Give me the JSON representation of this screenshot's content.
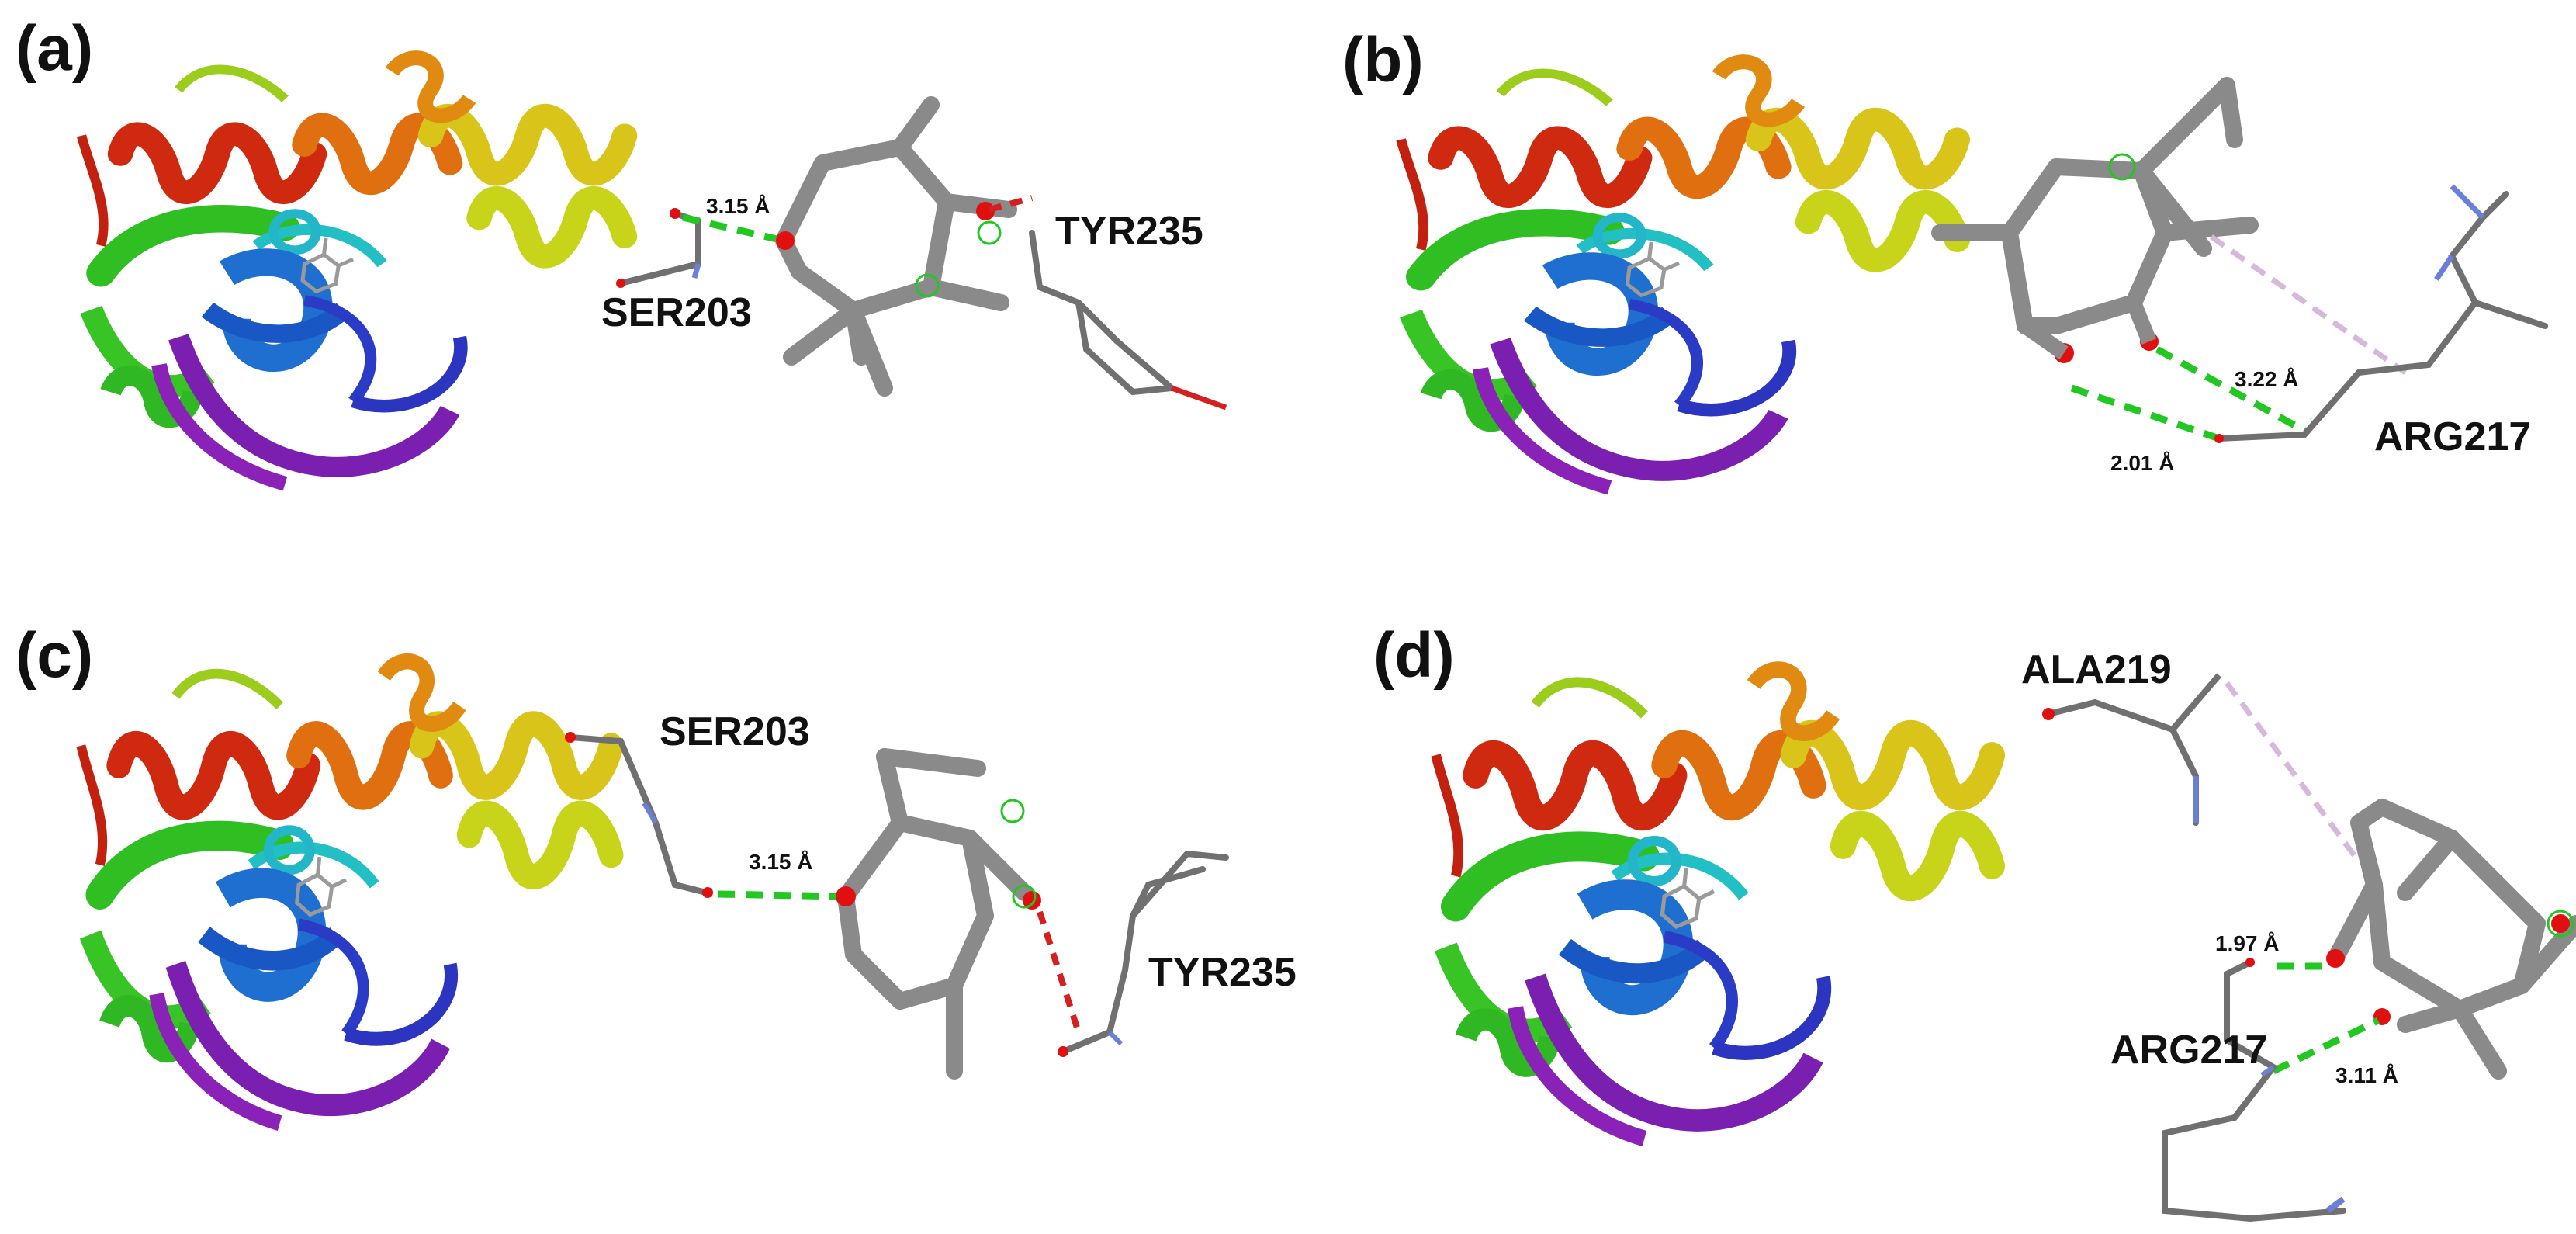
{
  "panels": [
    {
      "letter": "(a)",
      "residues": [
        "SER203",
        "TYR235"
      ],
      "distances": [
        "3.15 Å"
      ]
    },
    {
      "letter": "(b)",
      "residues": [
        "ARG217"
      ],
      "distances": [
        "3.22 Å",
        "2.01 Å"
      ]
    },
    {
      "letter": "(c)",
      "residues": [
        "SER203",
        "TYR235"
      ],
      "distances": [
        "3.15 Å"
      ]
    },
    {
      "letter": "(d)",
      "residues": [
        "ALA219",
        "ARG217"
      ],
      "distances": [
        "1.97 Å",
        "3.11 Å"
      ]
    }
  ],
  "colors": {
    "hbond": "#22c722",
    "unfavorable": "#d42020",
    "hydrophobic": "#d7b7dc",
    "carbon": "#8a8a8a",
    "oxygen": "#e01010",
    "nitrogen": "#6c7fd6"
  }
}
